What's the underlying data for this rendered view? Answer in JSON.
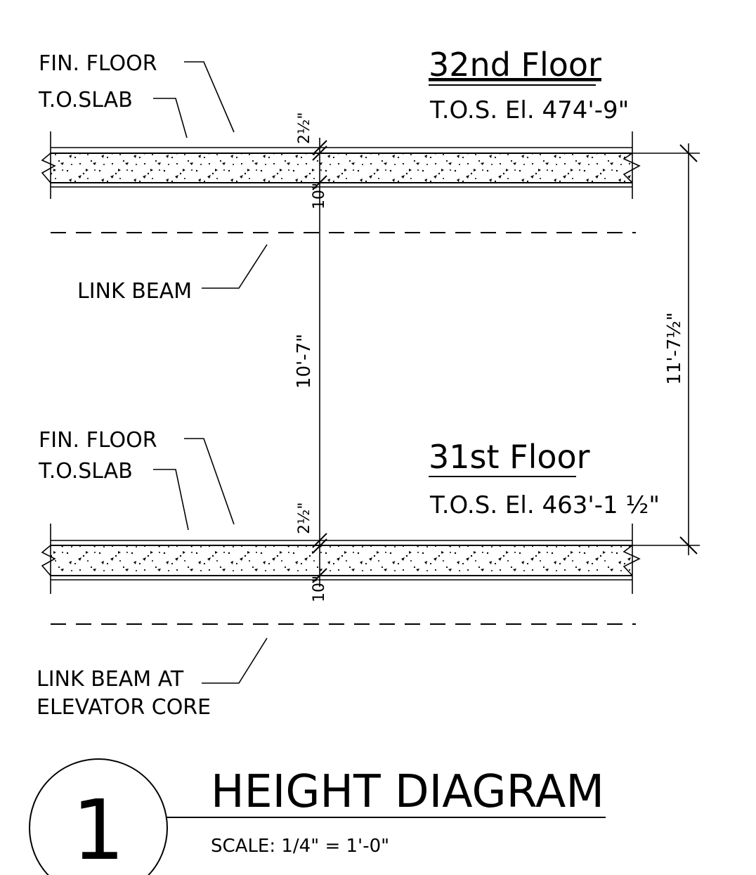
{
  "upper_level": {
    "fin_floor": "FIN. FLOOR",
    "to_slab": "T.O.SLAB",
    "floor_name": "32nd Floor",
    "elevation": "T.O.S. El. 474'-9\"",
    "topping_thickness": "2½\"",
    "slab_thickness": "10\"",
    "beam_label": "LINK BEAM"
  },
  "lower_level": {
    "fin_floor": "FIN. FLOOR",
    "to_slab": "T.O.SLAB",
    "floor_name": "31st Floor",
    "elevation": "T.O.S. El. 463'-1 ½\"",
    "topping_thickness": "2½\"",
    "slab_thickness": "10\"",
    "beam_label_line1": "LINK BEAM AT",
    "beam_label_line2": "ELEVATOR CORE"
  },
  "dimensions": {
    "clear_height": "10'-7\"",
    "floor_to_floor": "11'-7½\""
  },
  "title_block": {
    "number": "1",
    "title": "HEIGHT DIAGRAM",
    "scale": "SCALE: 1/4\" = 1'-0\""
  }
}
